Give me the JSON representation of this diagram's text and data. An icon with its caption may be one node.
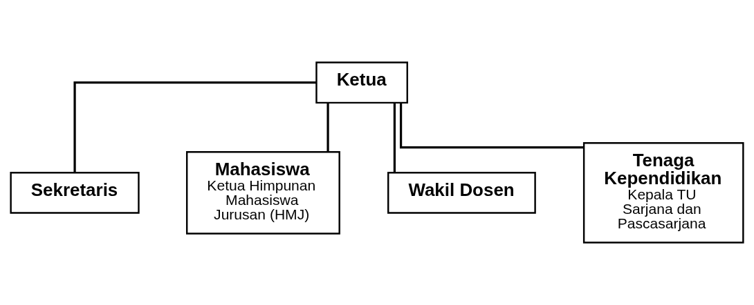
{
  "diagram": {
    "nodes": [
      {
        "text": [
          "Ketua"
        ]
      },
      {
        "text": [
          "Sekretaris"
        ]
      },
      {
        "text": [
          "Mahasiswa",
          "Ketua Himpunan Mahasiswa Jurusan (HMJ)"
        ]
      },
      {
        "text": [
          "Wakil Dosen"
        ]
      },
      {
        "text": [
          "Tenaga Kependidikan",
          "Kepala TU Sarjana dan Pascasarjana"
        ]
      }
    ],
    "edges": [
      {
        "from": 0,
        "to": 1,
        "arrow": "none"
      },
      {
        "from": 0,
        "to": 2,
        "arrow": "none"
      },
      {
        "from": 0,
        "to": 3,
        "arrow": "none"
      },
      {
        "from": 0,
        "to": 4,
        "arrow": "none"
      }
    ]
  }
}
